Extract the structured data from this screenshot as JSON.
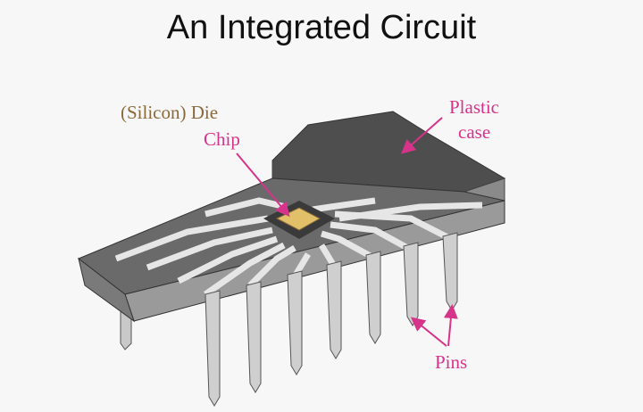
{
  "title": "An Integrated Circuit",
  "labels": {
    "die": "(Silicon) Die",
    "chip": "Chip",
    "plastic_line1": "Plastic",
    "plastic_line2": "case",
    "pins": "Pins"
  },
  "colors": {
    "label_accent": "#d6338a",
    "die_label": "#8a6a3a",
    "die": "#e2c06a",
    "case": "#5a5a5a"
  }
}
